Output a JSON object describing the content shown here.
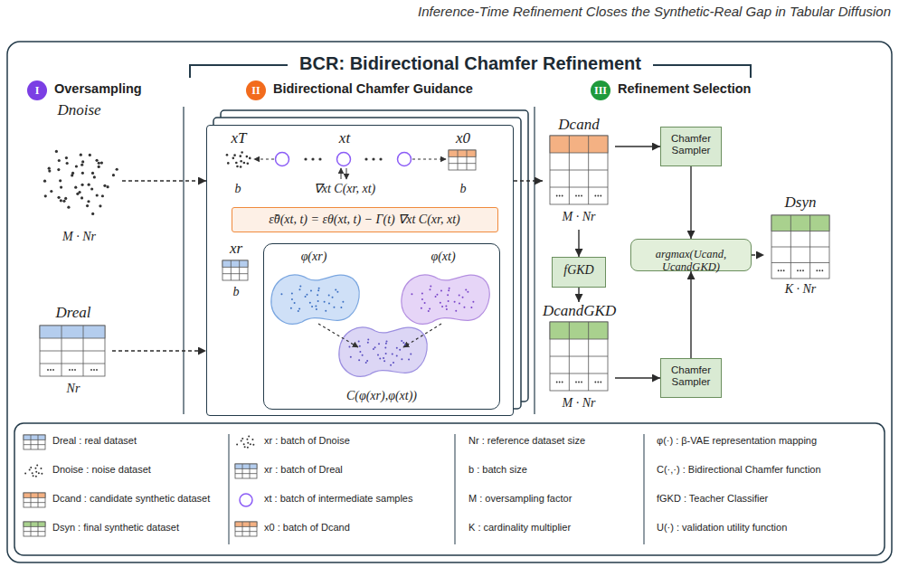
{
  "diagram": {
    "title": "BCR: Bidirectional Chamfer Refinement",
    "nodes": [
      {
        "text": [
          "I",
          "Oversampling"
        ]
      },
      {
        "text": [
          "II",
          "Bidirectional Chamfer Guidance"
        ]
      },
      {
        "text": [
          "III",
          "Refinement Selection"
        ]
      },
      {
        "text": [
          "Dnoise",
          "M · Nr"
        ]
      },
      {
        "text": [
          "Dreal",
          "Nr"
        ]
      },
      {
        "text": [
          "xT",
          "b",
          "xt",
          "∇xt C(xr, xt)",
          "x0",
          "b",
          "xr",
          "b"
        ]
      },
      {
        "text": [
          "ε̃θ(xt, t) = εθ(xt, t) − Γ(t) ∇xt C(xr, xt)"
        ],
        "in": 5
      },
      {
        "text": [
          "φ(xr)",
          "φ(xt)",
          "C(φ(xr),φ(xt))"
        ],
        "in": 5
      },
      {
        "text": [
          "Dcand",
          "M · Nr"
        ]
      },
      {
        "text": [
          "Chamfer Sampler"
        ]
      },
      {
        "text": [
          "fGKD"
        ]
      },
      {
        "text": [
          "DcandGKD",
          "M · Nr"
        ]
      },
      {
        "text": [
          "Chamfer Sampler"
        ]
      },
      {
        "text": [
          "argmax(Ucand, UcandGKD)"
        ]
      },
      {
        "text": [
          "Dsyn",
          "K · Nr"
        ]
      }
    ],
    "edges": [
      {
        "from": 3,
        "to": 5,
        "arrow": "to"
      },
      {
        "from": 4,
        "to": 5,
        "arrow": "to"
      },
      {
        "from": 5,
        "to": 8,
        "arrow": "to"
      },
      {
        "from": 8,
        "to": 9,
        "arrow": "to"
      },
      {
        "from": 8,
        "to": 10,
        "arrow": "to"
      },
      {
        "from": 10,
        "to": 11,
        "arrow": "to"
      },
      {
        "from": 11,
        "to": 12,
        "arrow": "to"
      },
      {
        "from": 9,
        "to": 13,
        "arrow": "to"
      },
      {
        "from": 12,
        "to": 13,
        "arrow": "to"
      },
      {
        "from": 13,
        "to": 14,
        "arrow": "to"
      }
    ],
    "labels": [
      "Inference-Time Refinement Closes the Synthetic-Real Gap in Tabular Diffusion"
    ],
    "legend": [
      {
        "text": "Dreal : real dataset"
      },
      {
        "text": "Dnoise : noise dataset"
      },
      {
        "text": "Dcand : candidate synthetic dataset"
      },
      {
        "text": "Dsyn : final synthetic dataset"
      },
      {
        "text": "xr : batch of Dnoise"
      },
      {
        "text": "xr : batch of Dreal"
      },
      {
        "text": "xt : batch of intermediate samples"
      },
      {
        "text": "x0 : batch of Dcand"
      },
      {
        "text": "Nr : reference dataset size"
      },
      {
        "text": "b : batch size"
      },
      {
        "text": "M : oversampling factor"
      },
      {
        "text": "K : cardinality multiplier"
      },
      {
        "text": "φ(·) : β-VAE representation mapping"
      },
      {
        "text": "C(·,·) : Bidirectional Chamfer function"
      },
      {
        "text": "fGKD : Teacher Classifier"
      },
      {
        "text": "U(·) : validation utility function"
      }
    ]
  }
}
